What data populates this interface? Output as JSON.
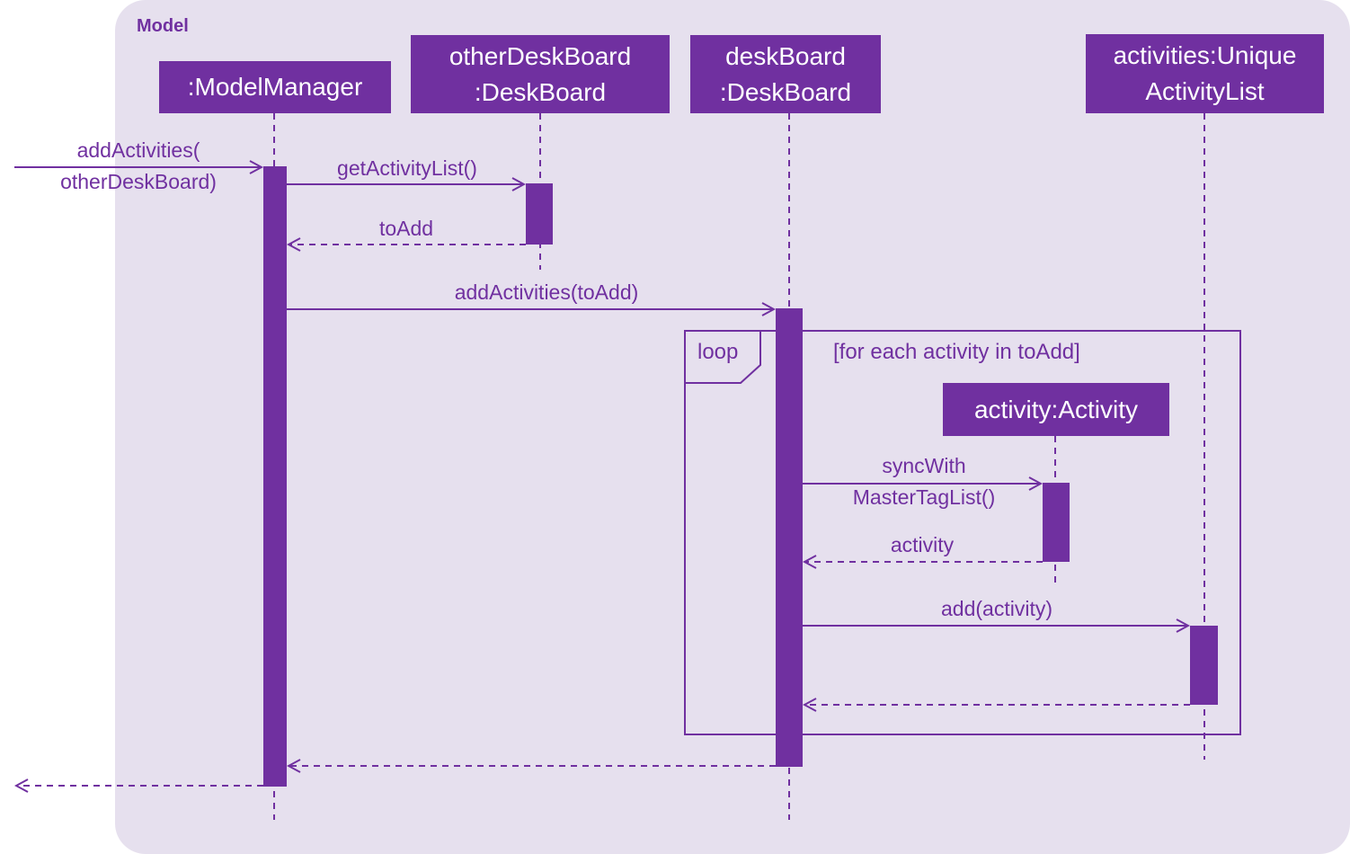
{
  "frame": {
    "label": "Model"
  },
  "participants": {
    "model_manager": {
      "line1": ":ModelManager"
    },
    "other_desk_board": {
      "line1": "otherDeskBoard",
      "line2": ":DeskBoard"
    },
    "desk_board": {
      "line1": "deskBoard",
      "line2": ":DeskBoard"
    },
    "unique_activity_list": {
      "line1": "activities:Unique",
      "line2": "ActivityList"
    },
    "activity": {
      "line1": "activity:Activity"
    }
  },
  "messages": {
    "add_activities_in": {
      "line1": "addActivities(",
      "line2": "otherDeskBoard)"
    },
    "get_activity_list": "getActivityList()",
    "to_add_return": "toAdd",
    "add_activities_to_add": "addActivities(toAdd)",
    "sync_with": {
      "line1": "syncWith",
      "line2": "MasterTagList()"
    },
    "activity_return": "activity",
    "add_activity": "add(activity)"
  },
  "loop": {
    "label": "loop",
    "guard": "[for each activity in toAdd]"
  },
  "colors": {
    "accent": "#7030a0",
    "background": "#e6e0ee"
  }
}
